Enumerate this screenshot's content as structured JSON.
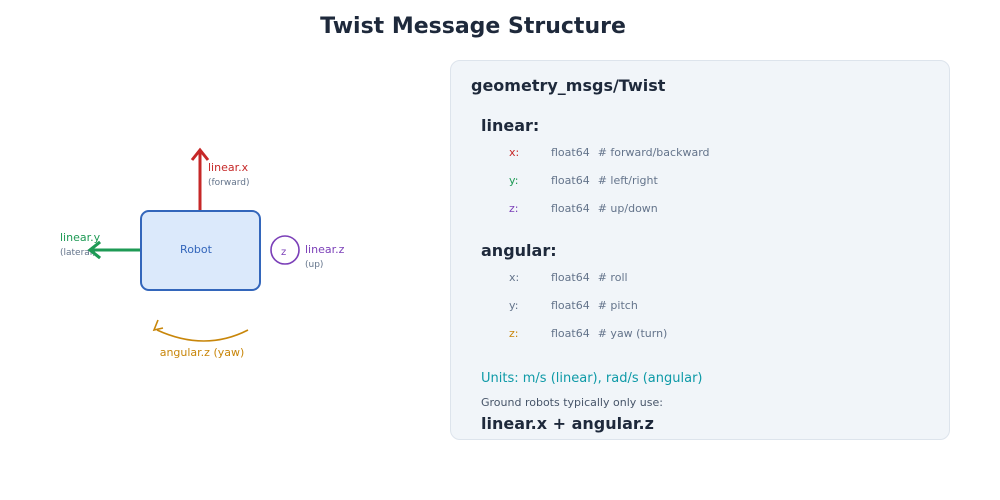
{
  "title": "Twist Message Structure",
  "diagram": {
    "robot_label": "Robot",
    "linear_x": {
      "label": "linear.x",
      "sub": "(forward)",
      "color": "#c62828"
    },
    "linear_y": {
      "label": "linear.y",
      "sub": "(lateral)",
      "color": "#1e9a55"
    },
    "linear_z": {
      "label": "linear.z",
      "sub": "(up)",
      "circle_text": "z",
      "color": "#7b3fb8"
    },
    "angular_z": {
      "label": "angular.z (yaw)",
      "color": "#c8860a"
    },
    "robot_fill": "#dbe9fb",
    "robot_stroke": "#3366bb"
  },
  "panel": {
    "title": "geometry_msgs/Twist",
    "linear": {
      "heading": "linear:",
      "fields": [
        {
          "name": "x:",
          "type": "float64",
          "comment": "# forward/backward",
          "color": "#c62828"
        },
        {
          "name": "y:",
          "type": "float64",
          "comment": "# left/right",
          "color": "#1e9a55"
        },
        {
          "name": "z:",
          "type": "float64",
          "comment": "# up/down",
          "color": "#7b3fb8"
        }
      ]
    },
    "angular": {
      "heading": "angular:",
      "fields": [
        {
          "name": "x:",
          "type": "float64",
          "comment": "# roll",
          "color": "#64748b"
        },
        {
          "name": "y:",
          "type": "float64",
          "comment": "# pitch",
          "color": "#64748b"
        },
        {
          "name": "z:",
          "type": "float64",
          "comment": "# yaw (turn)",
          "color": "#c8860a"
        }
      ]
    },
    "units": "Units: m/s (linear), rad/s (angular)",
    "ground_note": "Ground robots typically only use:",
    "ground_fields": "linear.x + angular.z"
  }
}
